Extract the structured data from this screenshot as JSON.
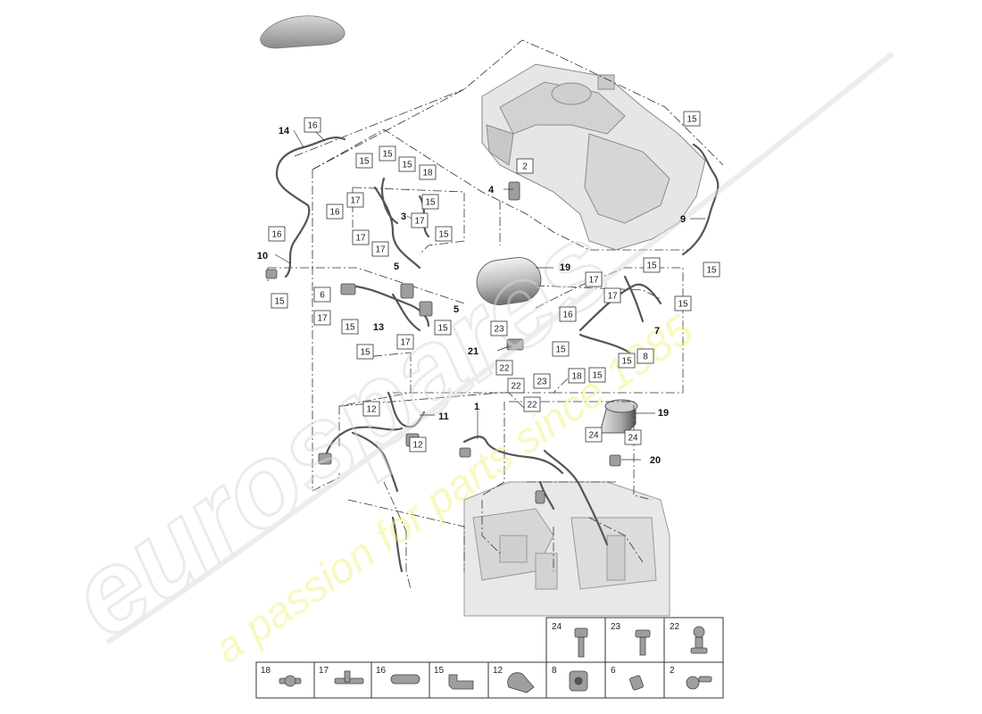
{
  "watermark": {
    "brand": "eurospares",
    "tagline": "a passion for parts since 1985"
  },
  "callouts": [
    {
      "id": "c14",
      "text": "14"
    },
    {
      "id": "c3",
      "text": "3"
    },
    {
      "id": "c10",
      "text": "10"
    },
    {
      "id": "c5a",
      "text": "5"
    },
    {
      "id": "c5b",
      "text": "5"
    },
    {
      "id": "c13",
      "text": "13"
    },
    {
      "id": "c4",
      "text": "4"
    },
    {
      "id": "c9",
      "text": "9"
    },
    {
      "id": "c19a",
      "text": "19"
    },
    {
      "id": "c7",
      "text": "7"
    },
    {
      "id": "c21",
      "text": "21"
    },
    {
      "id": "c11",
      "text": "11"
    },
    {
      "id": "c1",
      "text": "1"
    },
    {
      "id": "c19b",
      "text": "19"
    },
    {
      "id": "c20",
      "text": "20"
    }
  ],
  "boxes": [
    {
      "id": "b16a",
      "text": "16"
    },
    {
      "id": "b15a",
      "text": "15"
    },
    {
      "id": "b15b",
      "text": "15"
    },
    {
      "id": "b15c",
      "text": "15"
    },
    {
      "id": "b18a",
      "text": "18"
    },
    {
      "id": "b17a",
      "text": "17"
    },
    {
      "id": "b15d",
      "text": "15"
    },
    {
      "id": "b16b",
      "text": "16"
    },
    {
      "id": "b17b",
      "text": "17"
    },
    {
      "id": "b17c",
      "text": "17"
    },
    {
      "id": "b17d",
      "text": "17"
    },
    {
      "id": "b15e",
      "text": "15"
    },
    {
      "id": "b16c",
      "text": "16"
    },
    {
      "id": "b15f",
      "text": "15"
    },
    {
      "id": "b6",
      "text": "6"
    },
    {
      "id": "b17e",
      "text": "17"
    },
    {
      "id": "b15g",
      "text": "15"
    },
    {
      "id": "b15h",
      "text": "15"
    },
    {
      "id": "b17f",
      "text": "17"
    },
    {
      "id": "b15i",
      "text": "15"
    },
    {
      "id": "b2",
      "text": "2"
    },
    {
      "id": "b15j",
      "text": "15"
    },
    {
      "id": "b15k",
      "text": "15"
    },
    {
      "id": "b15l",
      "text": "15"
    },
    {
      "id": "b17g",
      "text": "17"
    },
    {
      "id": "b17h",
      "text": "17"
    },
    {
      "id": "b15m",
      "text": "15"
    },
    {
      "id": "b16d",
      "text": "16"
    },
    {
      "id": "b15n",
      "text": "15"
    },
    {
      "id": "b15o",
      "text": "15"
    },
    {
      "id": "b8",
      "text": "8"
    },
    {
      "id": "b18b",
      "text": "18"
    },
    {
      "id": "b15p",
      "text": "15"
    },
    {
      "id": "b23a",
      "text": "23"
    },
    {
      "id": "b22a",
      "text": "22"
    },
    {
      "id": "b22b",
      "text": "22"
    },
    {
      "id": "b23b",
      "text": "23"
    },
    {
      "id": "b22c",
      "text": "22"
    },
    {
      "id": "b12a",
      "text": "12"
    },
    {
      "id": "b12b",
      "text": "12"
    },
    {
      "id": "b24a",
      "text": "24"
    },
    {
      "id": "b24b",
      "text": "24"
    }
  ],
  "legend": {
    "top_row": [
      "24",
      "23",
      "22"
    ],
    "bottom_row": [
      "18",
      "17",
      "16",
      "15",
      "12",
      "8",
      "6",
      "2"
    ]
  }
}
